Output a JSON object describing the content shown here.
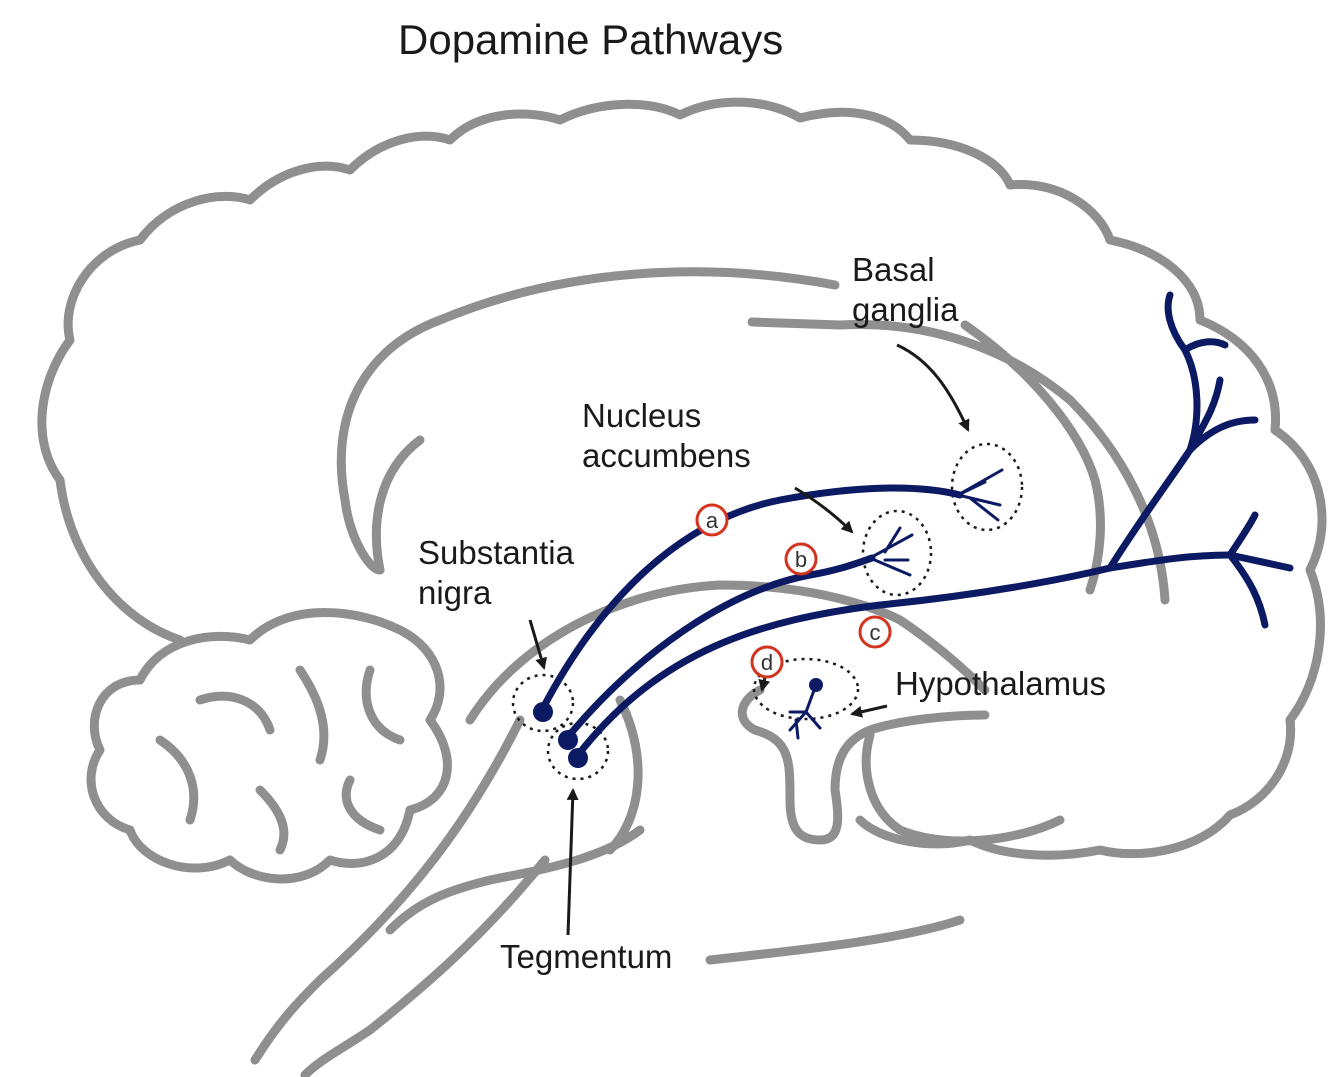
{
  "title": "Dopamine Pathways",
  "labels": {
    "basal_ganglia_line1": "Basal",
    "basal_ganglia_line2": "ganglia",
    "nucleus_accumbens_line1": "Nucleus",
    "nucleus_accumbens_line2": "accumbens",
    "substantia_nigra_line1": "Substantia",
    "substantia_nigra_line2": "nigra",
    "hypothalamus": "Hypothalamus",
    "tegmentum": "Tegmentum"
  },
  "pathway_markers": [
    "a",
    "b",
    "c",
    "d"
  ],
  "colors": {
    "outline": "#8f8f8f",
    "pathway": "#0b1a63",
    "marker_ring": "#d2341f",
    "text": "#1a1a1a"
  }
}
